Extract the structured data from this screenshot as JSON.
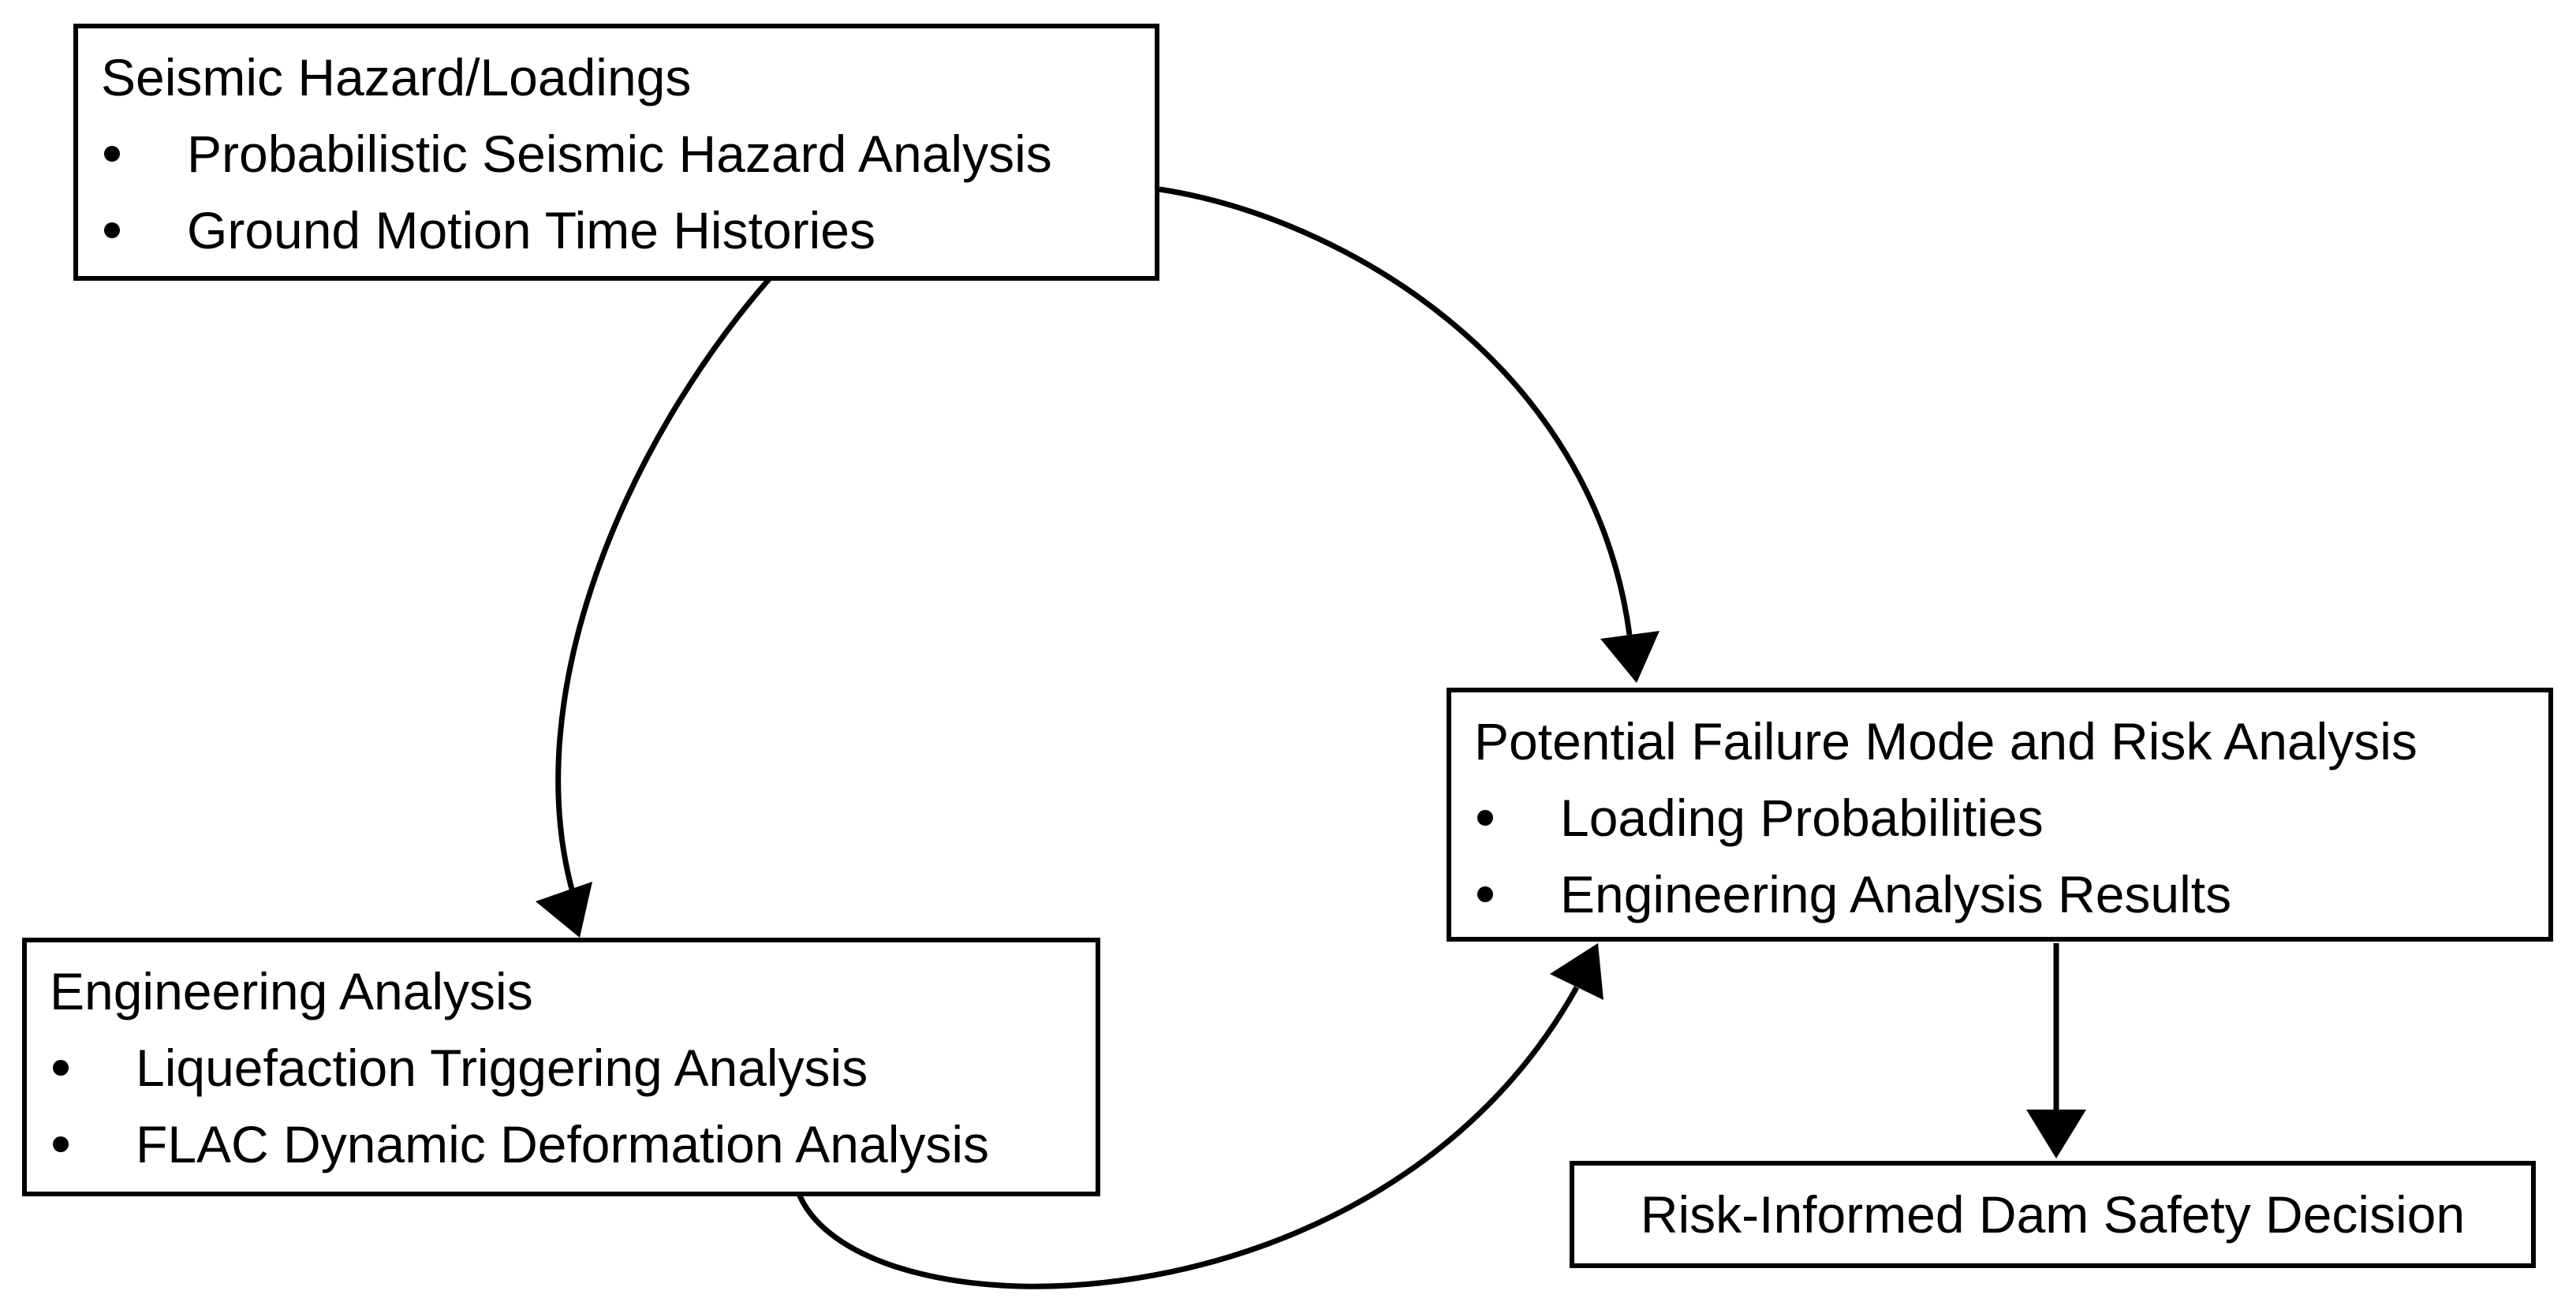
{
  "colors": {
    "ink": "#000000",
    "background": "#ffffff"
  },
  "boxes": [
    {
      "id": "seismic-hazard",
      "title": "Seismic Hazard/Loadings",
      "bullets": [
        "Probabilistic Seismic Hazard Analysis",
        "Ground Motion Time Histories"
      ]
    },
    {
      "id": "engineering-analysis",
      "title": "Engineering Analysis",
      "bullets": [
        "Liquefaction Triggering Analysis",
        "FLAC Dynamic Deformation Analysis"
      ]
    },
    {
      "id": "pfm-risk-analysis",
      "title": "Potential Failure Mode and Risk Analysis",
      "bullets": [
        "Loading Probabilities",
        "Engineering Analysis Results"
      ]
    },
    {
      "id": "risk-informed-decision",
      "title": "Risk-Informed Dam Safety Decision",
      "bullets": []
    }
  ],
  "connections": [
    {
      "from": "Seismic Hazard/Loadings",
      "to": "Engineering Analysis",
      "style": "curved-arrow"
    },
    {
      "from": "Seismic Hazard/Loadings",
      "to": "Potential Failure Mode and Risk Analysis",
      "style": "curved-arrow"
    },
    {
      "from": "Engineering Analysis",
      "to": "Potential Failure Mode and Risk Analysis",
      "style": "curved-arrow"
    },
    {
      "from": "Potential Failure Mode and Risk Analysis",
      "to": "Risk-Informed Dam Safety Decision",
      "style": "straight-arrow"
    }
  ]
}
